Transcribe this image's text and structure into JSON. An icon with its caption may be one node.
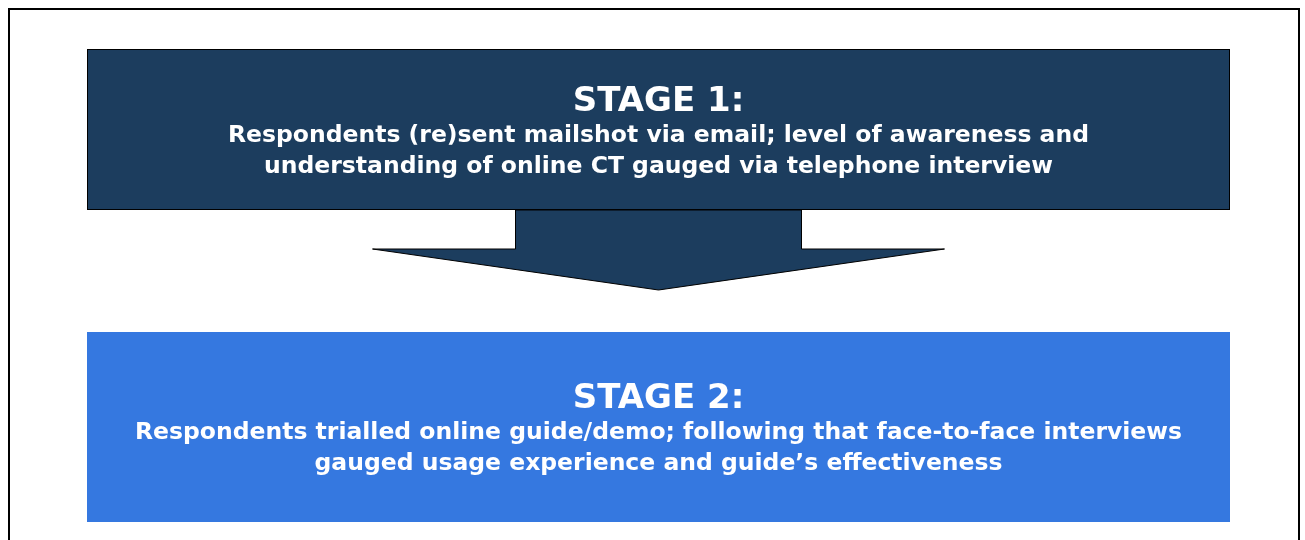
{
  "diagram": {
    "nodes": [
      {
        "text": [
          "STAGE 1:",
          "Respondents (re)sent mailshot via email; level of awareness and understanding of online CT gauged via telephone interview"
        ]
      },
      {
        "text": [
          "STAGE 2:",
          "Respondents trialled online guide/demo; following that face-to-face interviews gauged usage experience and guide’s effectiveness"
        ]
      }
    ],
    "edges": [
      {
        "from": 0,
        "to": 1,
        "arrow": "to"
      }
    ]
  }
}
